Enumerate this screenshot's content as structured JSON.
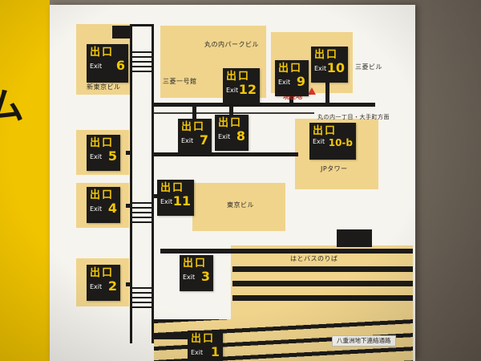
{
  "side_text": "ム",
  "exits": [
    {
      "jp": "出口",
      "en": "Exit",
      "number": "6"
    },
    {
      "jp": "出口",
      "en": "Exit",
      "number": "12"
    },
    {
      "jp": "出口",
      "en": "Exit",
      "number": "9"
    },
    {
      "jp": "出口",
      "en": "Exit",
      "number": "10"
    },
    {
      "jp": "出口",
      "en": "Exit",
      "number": "7"
    },
    {
      "jp": "出口",
      "en": "Exit",
      "number": "8"
    },
    {
      "jp": "出口",
      "en": "Exit",
      "number": "10-b"
    },
    {
      "jp": "出口",
      "en": "Exit",
      "number": "5"
    },
    {
      "jp": "出口",
      "en": "Exit",
      "number": "11"
    },
    {
      "jp": "出口",
      "en": "Exit",
      "number": "4"
    },
    {
      "jp": "出口",
      "en": "Exit",
      "number": "3"
    },
    {
      "jp": "出口",
      "en": "Exit",
      "number": "2"
    },
    {
      "jp": "出口",
      "en": "Exit",
      "number": "1"
    }
  ],
  "labels": {
    "marunouchi_park_bldg": "丸の内パークビル",
    "mitsubishi_ichigokan": "三菱一号館",
    "shin_tokyo_bldg": "新東京ビル",
    "mitsubishi_bldg": "三菱ビル",
    "jp_tower": "JPタワー",
    "tokyo_bldg": "東京ビル",
    "hato_bus": "はとバスのりば",
    "yaesu_passage": "八重洲地下連絡通路",
    "current_location": "現在地",
    "direction": "丸の内一丁目・大手町方面"
  },
  "colors": {
    "strip_yellow": "#f1c400",
    "building_tan": "#f0d48c",
    "exit_black": "#1c1b19",
    "exit_yellow": "#f3c60a",
    "marker_red": "#d8342a",
    "map_bg": "#f6f4ee",
    "wall": "#7b7266"
  }
}
